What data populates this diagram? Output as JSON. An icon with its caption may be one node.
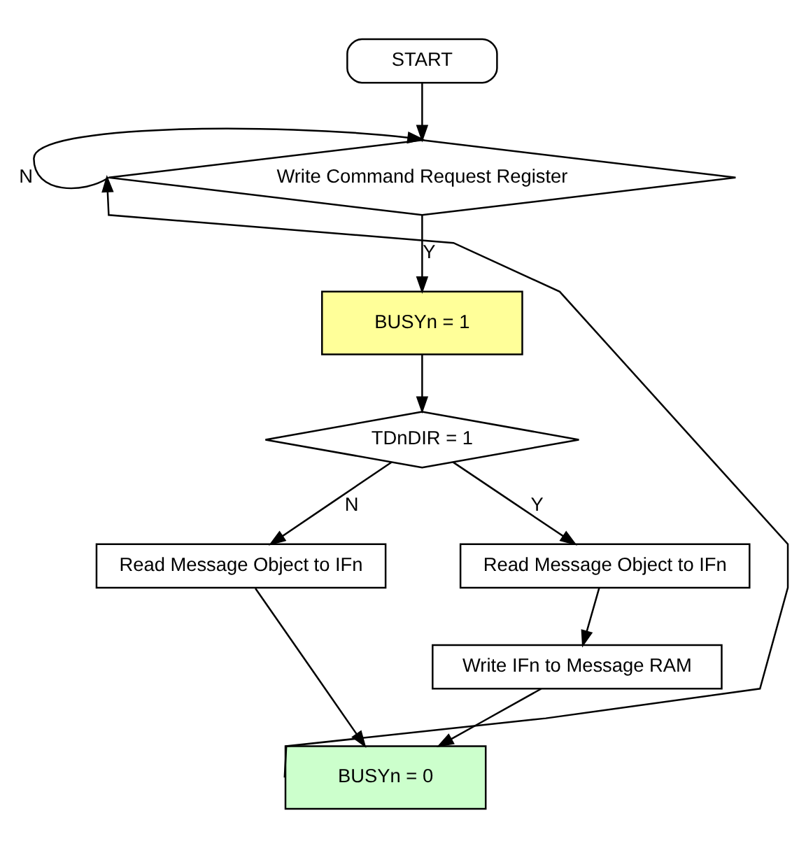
{
  "diagram": {
    "nodes": [
      {
        "text": [
          "START"
        ]
      },
      {
        "text": [
          "Write Command Request Register"
        ]
      },
      {
        "text": [
          "BUSYn = 1"
        ]
      },
      {
        "text": [
          "TDnDIR = 1"
        ]
      },
      {
        "text": [
          "Read Message Object to IFn"
        ]
      },
      {
        "text": [
          "Read Message Object to IFn"
        ]
      },
      {
        "text": [
          "Write IFn to Message RAM"
        ]
      },
      {
        "text": [
          "BUSYn = 0"
        ]
      }
    ],
    "edges": [
      {
        "from": 0,
        "to": 1,
        "arrow": "to"
      },
      {
        "from": 1,
        "to": 1,
        "arrow": "to",
        "label": "N"
      },
      {
        "from": 1,
        "to": 2,
        "arrow": "to",
        "label": "Y"
      },
      {
        "from": 2,
        "to": 3,
        "arrow": "to"
      },
      {
        "from": 3,
        "to": 4,
        "arrow": "to",
        "label": "N"
      },
      {
        "from": 3,
        "to": 5,
        "arrow": "to",
        "label": "Y"
      },
      {
        "from": 5,
        "to": 6,
        "arrow": "to"
      },
      {
        "from": 4,
        "to": 7,
        "arrow": "to"
      },
      {
        "from": 6,
        "to": 7,
        "arrow": "to"
      },
      {
        "from": 7,
        "to": 1,
        "arrow": "to"
      }
    ]
  }
}
